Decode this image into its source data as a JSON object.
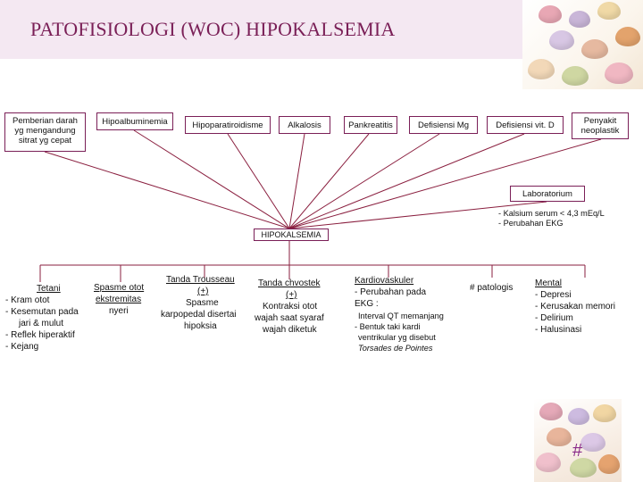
{
  "title": "PATOFISIOLOGI (WOC) HIPOKALSEMIA",
  "causes": [
    {
      "id": "pemberian",
      "lines": [
        "Pemberian darah",
        "yg mengandung",
        "sitrat yg cepat"
      ]
    },
    {
      "id": "hipoalbuminemia",
      "lines": [
        "Hipoalbuminemia"
      ]
    },
    {
      "id": "hipoparatiroidisme",
      "lines": [
        "Hipoparatiroidisme"
      ]
    },
    {
      "id": "alkalosis",
      "lines": [
        "Alkalosis"
      ]
    },
    {
      "id": "pankreatitis",
      "lines": [
        "Pankreatitis"
      ]
    },
    {
      "id": "defisiensi-mg",
      "lines": [
        "Defisiensi Mg"
      ]
    },
    {
      "id": "defisiensi-vitd",
      "lines": [
        "Defisiensi vit. D"
      ]
    },
    {
      "id": "penyakit-neoplastik",
      "lines": [
        "Penyakit",
        "neoplastik"
      ]
    }
  ],
  "laboratorium": {
    "label": "Laboratorium",
    "items": [
      "- Kalsium serum < 4,3 mEq/L",
      "- Perubahan EKG"
    ]
  },
  "center": "HIPOKALSEMIA",
  "effects": {
    "tetani": {
      "title": "Tetani",
      "items": [
        "- Kram otot",
        "- Kesemutan pada",
        "jari & mulut",
        "- Reflek hiperaktif",
        "- Kejang"
      ]
    },
    "spasme": {
      "lines": [
        "Spasme otot",
        "ekstremitas",
        "nyeri"
      ]
    },
    "trousseau": {
      "lines": [
        "Tanda Trousseau",
        "(+)",
        "Spasme",
        "karpopedal disertai",
        "hipoksia"
      ]
    },
    "chvostek": {
      "lines": [
        "Tanda chvostek",
        "(+)",
        "Kontraksi otot",
        "wajah saat syaraf",
        "wajah diketuk"
      ]
    },
    "kardiovaskuler": {
      "title": "Kardiovaskuler",
      "lines": [
        "- Perubahan pada",
        "EKG :"
      ],
      "sub": [
        "Interval QT memanjang",
        "- Bentuk taki kardi",
        "ventrikular yg disebut"
      ],
      "italic": "Torsades de Pointes"
    },
    "patologis": "# patologis",
    "mental": {
      "title": "Mental",
      "items": [
        "- Depresi",
        "- Kerusakan memori",
        "- Delirium",
        "- Halusinasi"
      ]
    }
  },
  "footer_mark": "#",
  "colors": {
    "accent": "#7a1f57",
    "header_band": "#f4e8f2"
  }
}
